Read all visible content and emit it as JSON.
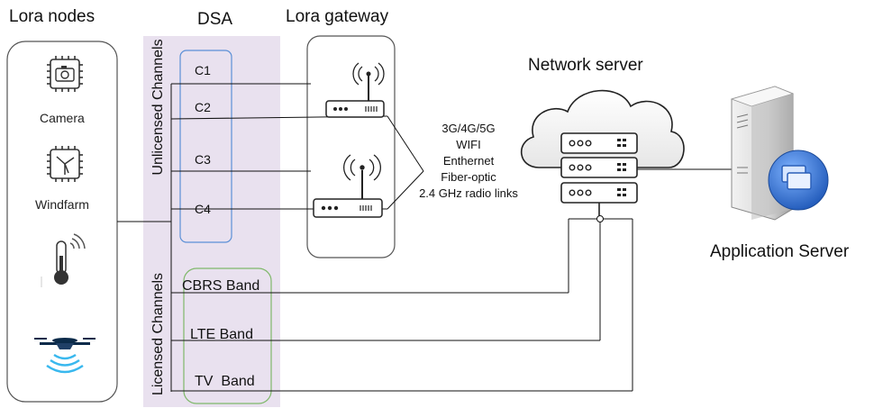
{
  "titles": {
    "lora_nodes": "Lora nodes",
    "dsa": "DSA",
    "lora_gateway": "Lora gateway",
    "network_server": "Network server",
    "application_server": "Application Server"
  },
  "nodes": [
    {
      "label": "Camera",
      "icon": "camera-chip-icon"
    },
    {
      "label": "Windfarm",
      "icon": "windmill-chip-icon"
    },
    {
      "label": "",
      "icon": "thermometer-sensor-icon"
    },
    {
      "label": "",
      "icon": "drone-icon"
    }
  ],
  "unlicensed": {
    "title": "Unlicensed Channels",
    "channels": [
      "C1",
      "C2",
      "C3",
      "C4"
    ]
  },
  "licensed": {
    "title": "Licensed Channels",
    "bands": [
      "CBRS Band",
      "LTE Band",
      "TV  Band"
    ]
  },
  "links": {
    "lines": [
      "3G/4G/5G",
      "WIFI",
      "Enthernet",
      "Fiber-optic",
      "2.4 GHz radio links"
    ]
  },
  "colors": {
    "dsa_band": "#e9e1ef",
    "unlicensed_box": "#5b8fd6",
    "licensed_box": "#7fb86a",
    "server_blue": "#2e6fd1"
  }
}
